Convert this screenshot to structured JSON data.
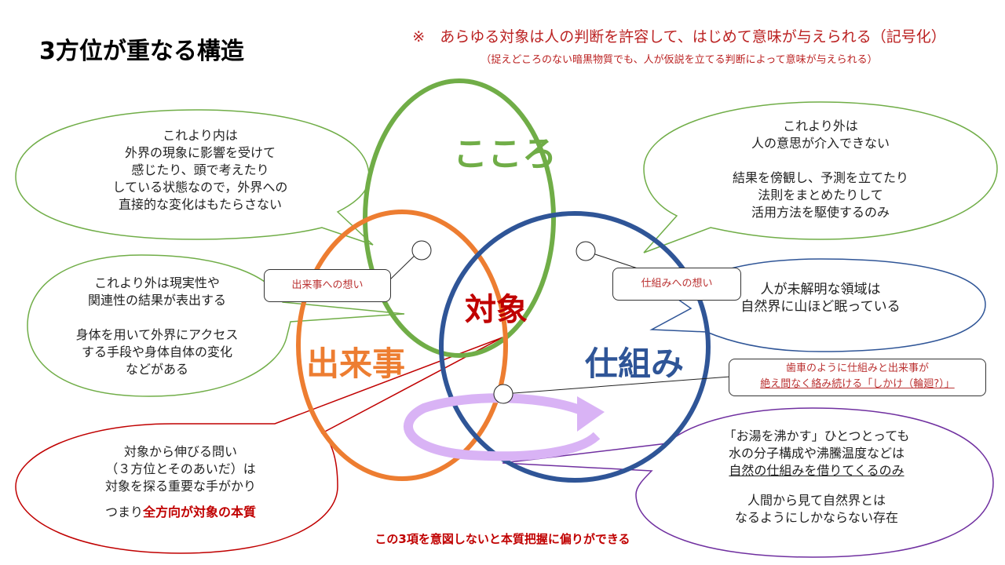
{
  "title": "3方位が重なる構造",
  "note": {
    "main": "※　あらゆる対象は人の判断を許容して、はじめて意味が与えられる（記号化）",
    "sub": "（捉えどころのない暗黒物質でも、人が仮説を立てる判断によって意味が与えられる）"
  },
  "circles": {
    "kokoro": "こころ",
    "dekigoto": "出来事",
    "shikumi": "仕組み",
    "taisho": "対象"
  },
  "labels": {
    "dekigoto_omoi": "出来事への想い",
    "shikumi_omoi": "仕組みへの想い",
    "gear_line1": "歯車のように仕組みと出来事が",
    "gear_line2": "絶え間なく絡み続ける「しかけ（輪廻?）」"
  },
  "bubbles": {
    "kokoro_inner": "これより内は\n外界の現象に影響を受けて\n感じたり、頭で考えたり\nしている状態なので，外界への\n直接的な変化はもたらさない",
    "kokoro_outer": "これより外は\n人の意思が介入できない\n\n結果を傍観し、予測を立てたり\n法則をまとめたりして\n活用方法を駆使するのみ",
    "dekigoto": "これより外は現実性や\n関連性の結果が表出する\n\n身体を用いて外界にアクセス\nする手段や身体自体の変化\nなどがある",
    "shikumi": "人が未解明な領域は\n自然界に山ほど眠っている",
    "taisho_text": "対象から伸びる問い\n（３方位とそのあいだ）は\n対象を探る重要な手がかり",
    "taisho_prefix": "つまり",
    "taisho_em": "全方向が対象の本質",
    "yu_line1": "「お湯を沸かす」ひとつとっても",
    "yu_line2": "水の分子構成や沸騰温度などは",
    "yu_line3": "自然の仕組みを借りてくるのみ",
    "yu_line4": "人間から見て自然界とは",
    "yu_line5": "なるようにしかならない存在"
  },
  "footer": "この3項を意図しないと本質把握に偏りができる",
  "colors": {
    "green": "#70ad47",
    "orange": "#ed7d31",
    "blue": "#2f5597",
    "red": "#c00000",
    "purple": "#7030a0",
    "lilac": "#d9b3f5"
  }
}
